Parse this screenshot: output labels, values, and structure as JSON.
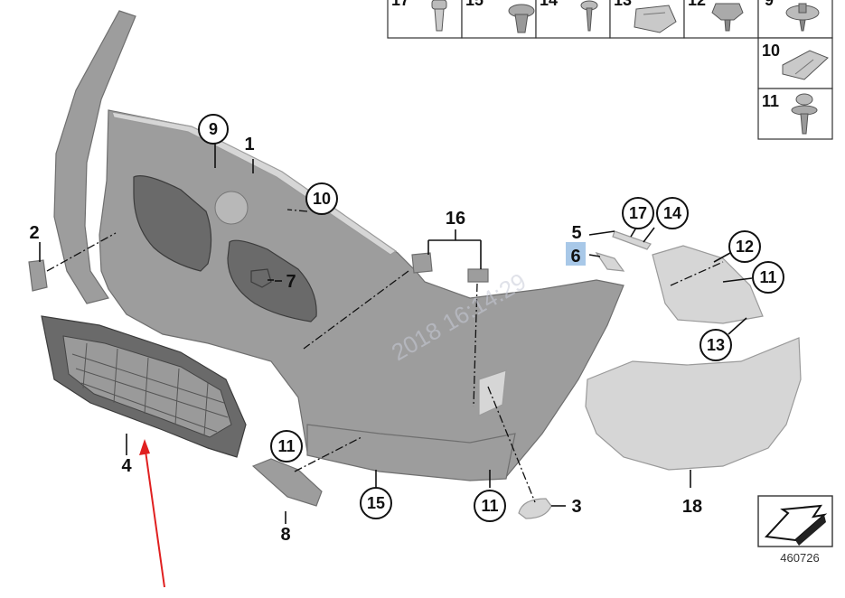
{
  "watermark": "2018 16:14:29",
  "reference_number": "460726",
  "table_cells": [
    {
      "label": "17"
    },
    {
      "label": "15"
    },
    {
      "label": "14"
    },
    {
      "label": "13"
    },
    {
      "label": "12"
    },
    {
      "label": "9"
    },
    {
      "label": "10"
    },
    {
      "label": "11"
    }
  ],
  "callouts": {
    "c1": "1",
    "c2": "2",
    "c3": "3",
    "c4": "4",
    "c5": "5",
    "c6": "6",
    "c7": "7",
    "c8": "8",
    "c9": "9",
    "c10": "10",
    "c11a": "11",
    "c11b": "11",
    "c11c": "11",
    "c12": "12",
    "c13": "13",
    "c14": "14",
    "c15": "15",
    "c16": "16",
    "c17": "17",
    "c18": "18"
  },
  "colors": {
    "highlight": "#a8c8e8",
    "arrow": "#e02020",
    "part": "#9d9d9d"
  },
  "icons": {
    "orientation": "orientation-arrow-icon",
    "pointer": "red-arrow-icon"
  }
}
